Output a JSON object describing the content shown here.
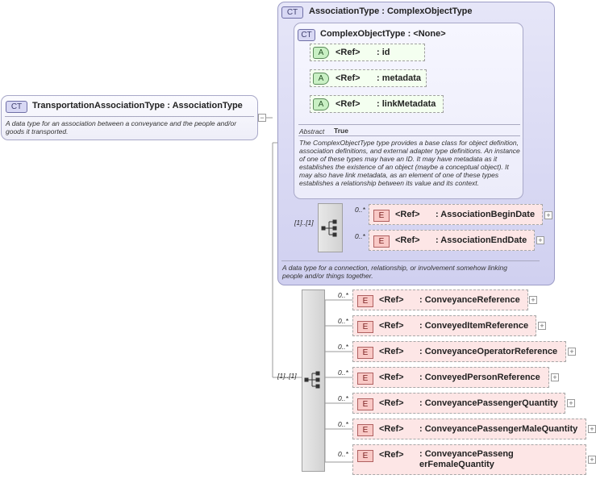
{
  "main_type": {
    "badge": "CT",
    "title": "TransportationAssociationType : AssociationType",
    "description": "A data type for an association between a conveyance and the people and/or goods it transported."
  },
  "association_type": {
    "badge": "CT",
    "title": "AssociationType : ComplexObjectType",
    "description": "A data type for a connection, relationship, or involvement somehow linking people and/or things together.",
    "sequence_cardinality": "[1]..[1]",
    "elements": [
      {
        "cardinality": "0..*",
        "ref": "<Ref>",
        "name": ": AssociationBeginDate"
      },
      {
        "cardinality": "0..*",
        "ref": "<Ref>",
        "name": ": AssociationEndDate"
      }
    ]
  },
  "complex_object_type": {
    "badge": "CT",
    "title": "ComplexObjectType : <None>",
    "attributes": [
      {
        "badge": "A",
        "ref": "<Ref>",
        "name": ": id"
      },
      {
        "badge": "A",
        "ref": "<Ref>",
        "name": ": metadata"
      },
      {
        "badge": "A",
        "ref": "<Ref>",
        "name": ": linkMetadata"
      }
    ],
    "abstract_label": "Abstract",
    "abstract_value": "True",
    "description": "The ComplexObjectType type provides a base class for object definition, association definitions, and external adapter type definitions. An instance of one of these types may have an ID. It may have metadata as it establishes the existence of an object (maybe a conceptual object). It may also have link metadata, as an element of one of these types establishes a relationship between its value and its context."
  },
  "main_sequence": {
    "cardinality": "[1]..[1]",
    "elements": [
      {
        "cardinality": "0..*",
        "ref": "<Ref>",
        "name": ": ConveyanceReference"
      },
      {
        "cardinality": "0..*",
        "ref": "<Ref>",
        "name": ": ConveyedItemReference"
      },
      {
        "cardinality": "0..*",
        "ref": "<Ref>",
        "name": ": ConveyanceOperatorReference"
      },
      {
        "cardinality": "0..*",
        "ref": "<Ref>",
        "name": ": ConveyedPersonReference"
      },
      {
        "cardinality": "0..*",
        "ref": "<Ref>",
        "name": ": ConveyancePassengerQuantity"
      },
      {
        "cardinality": "0..*",
        "ref": "<Ref>",
        "name": ": ConveyancePassengerMaleQuantity"
      },
      {
        "cardinality": "0..*",
        "ref": "<Ref>",
        "name": ": ConveyancePassengerFemaleQuantity"
      }
    ]
  },
  "element_badge": "E",
  "expand_symbol": "+",
  "collapse_symbol": "−"
}
